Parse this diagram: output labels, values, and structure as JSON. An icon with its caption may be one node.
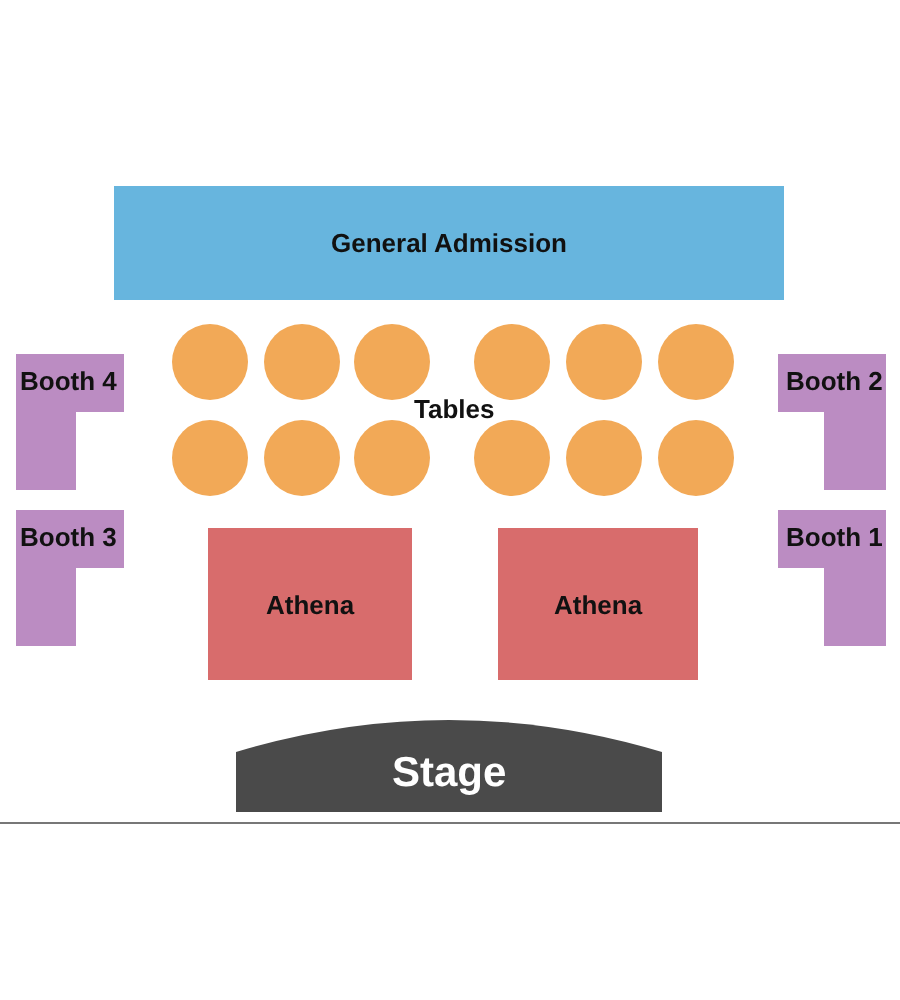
{
  "diagram": {
    "nodes": [
      {
        "text": [
          "General Admission"
        ]
      },
      {
        "text": [
          "Booth 4"
        ]
      },
      {
        "text": [
          "Booth 2"
        ]
      },
      {
        "text": [],
        "shape": "circle"
      },
      {
        "text": [],
        "shape": "circle"
      },
      {
        "text": [],
        "shape": "circle"
      },
      {
        "text": [],
        "shape": "circle"
      },
      {
        "text": [],
        "shape": "circle"
      },
      {
        "text": [],
        "shape": "circle"
      },
      {
        "text": [],
        "shape": "circle"
      },
      {
        "text": [],
        "shape": "circle"
      },
      {
        "text": [],
        "shape": "circle"
      },
      {
        "text": [],
        "shape": "circle"
      },
      {
        "text": [],
        "shape": "circle"
      },
      {
        "text": [],
        "shape": "circle"
      },
      {
        "text": [
          "Booth 3"
        ]
      },
      {
        "text": [
          "Booth 1"
        ]
      },
      {
        "text": [
          "Athena"
        ]
      },
      {
        "text": [
          "Athena"
        ]
      },
      {
        "text": [
          "Stage"
        ]
      }
    ],
    "labels": [
      "Tables"
    ]
  }
}
